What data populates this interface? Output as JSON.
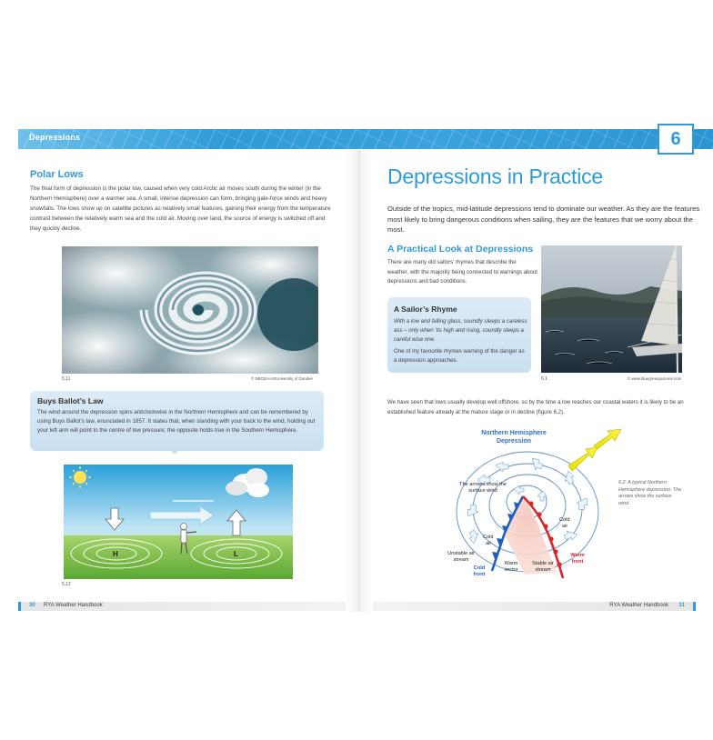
{
  "header": {
    "section_label": "Depressions",
    "chapter_number": "6"
  },
  "left_page": {
    "polar_lows": {
      "title": "Polar Lows",
      "body": "The final form of depression is the polar low, caused when very cold Arctic air moves south during the winter (in the Northern Hemisphere) over a warmer sea. A small, intense depression can form, bringing gale-force winds and heavy snowfalls. The lows show up on satellite pictures as relatively small features, gaining their energy from the temperature contrast between the relatively warm sea and the cold air. Moving over land, the source of energy is switched off and they quickly decline."
    },
    "satellite_photo": {
      "caption": "5.11",
      "credit": "© NEODAAS/University of Dundee"
    },
    "buys_ballot": {
      "title": "Buys Ballot’s Law",
      "body": "The wind around the depression spins anticlockwise in the Northern Hemisphere and can be remembered by using Buys Ballot’s law, enunciated in 1857. It states that, when standing with your back to the wind, holding out your left arm will point to the centre of low pressure; the opposite holds true in the Southern Hemisphere."
    },
    "wind_illustration": {
      "high_label": "H",
      "low_label": "L",
      "caption": "5.12"
    },
    "footer": {
      "page_number": "30",
      "book_title": "RYA Weather Handbook"
    }
  },
  "right_page": {
    "title": "Depressions in Practice",
    "intro": "Outside of the tropics, mid-latitude depressions tend to dominate our weather. As they are the features most likely to bring dangerous conditions when sailing, they are the features that we worry about the most.",
    "practical": {
      "title": "A Practical Look at Depressions",
      "body": "There are many old sailors’ rhymes that describe the weather, with the majority being connected to warnings about depressions and bad conditions."
    },
    "rhyme": {
      "title": "A Sailor’s Rhyme",
      "verse": "With a low and falling glass, soundly sleeps a careless ass – only when ’tis high and rising, soundly sleeps a careful wise one.",
      "body": "One of my favourite rhymes warning of the danger as a depression approaches."
    },
    "sail_photo": {
      "caption": "6.1",
      "credit": "© www.bluegreenpictures.com"
    },
    "follow_text": "We have seen that lows usually develop well offshore, so by the time a low reaches our coastal waters it is likely to be an established feature already at the mature stage or in decline (figure 6.2).",
    "diagram": {
      "title_line1": "Northern Hemisphere",
      "title_line2": "Depression",
      "arrows_label_line1": "The arrows show the",
      "arrows_label_line2": "surface wind",
      "cold_air_upper": "Cold",
      "cold_air_upper2": "air",
      "cold_air_lower": "Cold",
      "cold_air_lower2": "air",
      "unstable_line1": "Unstable air",
      "unstable_line2": "stream",
      "warm_sector_line1": "Warm",
      "warm_sector_line2": "sector",
      "stable_line1": "Stable air",
      "stable_line2": "stream",
      "cold_front_line1": "Cold",
      "cold_front_line2": "front",
      "warm_front_line1": "Warm",
      "warm_front_line2": "front",
      "note": "6.2: A typical Northern Hemisphere depression. The arrows show the surface wind."
    },
    "footer": {
      "page_number": "31",
      "book_title": "RYA Weather Handbook"
    }
  },
  "colors": {
    "accent_blue": "#2e9bd8",
    "box_blue": "#c9e0f1",
    "cold_front_blue": "#1f5fc0",
    "warm_front_red": "#d8262a",
    "arrow_yellow": "#f2e600"
  }
}
